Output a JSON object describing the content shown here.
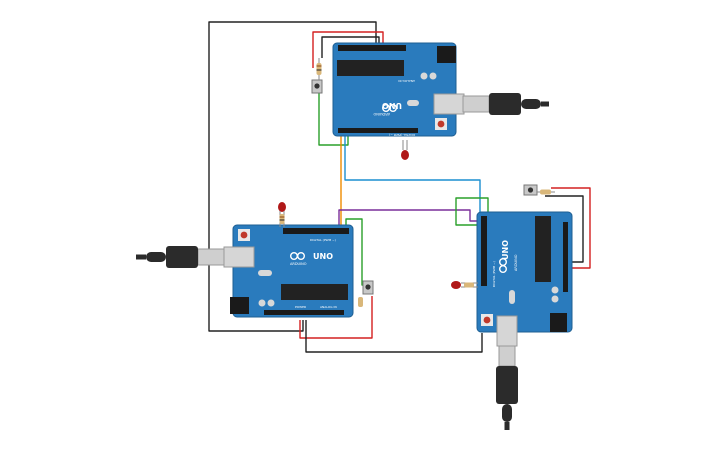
{
  "boards": [
    {
      "name": "board-top",
      "logo": "UNO",
      "brand": "ARDUINO",
      "silk_digital": "DIGITAL (PWM ~)",
      "silk_analog": "ANALOG IN",
      "silk_power": "POWER",
      "icon": "arduino-infinity-icon"
    },
    {
      "name": "board-left",
      "logo": "UNO",
      "brand": "ARDUINO",
      "silk_digital": "DIGITAL (PWM ~)",
      "silk_analog": "ANALOG IN",
      "silk_power": "POWER",
      "icon": "arduino-infinity-icon"
    },
    {
      "name": "board-right",
      "logo": "UNO",
      "brand": "ARDUINO",
      "silk_digital": "DIGITAL (PWM ~)",
      "silk_analog": "ANALOG IN",
      "silk_power": "POWER",
      "icon": "arduino-infinity-icon"
    }
  ],
  "components": {
    "led_color": "#b01818",
    "resistor_body": "#d9b77a",
    "button_body": "#c8c8c8",
    "usb_plug_color": "#2b2b2b"
  },
  "wire_colors": {
    "black": "#222222",
    "red": "#d42020",
    "green": "#2aa02a",
    "orange": "#f08c00",
    "blue": "#1c8fd0",
    "purple": "#7a2f9a"
  },
  "colors": {
    "board_blue": "#2a7bbd",
    "board_dark": "#1f5f92",
    "header_black": "#1a1a1a",
    "chip_black": "#222222"
  }
}
